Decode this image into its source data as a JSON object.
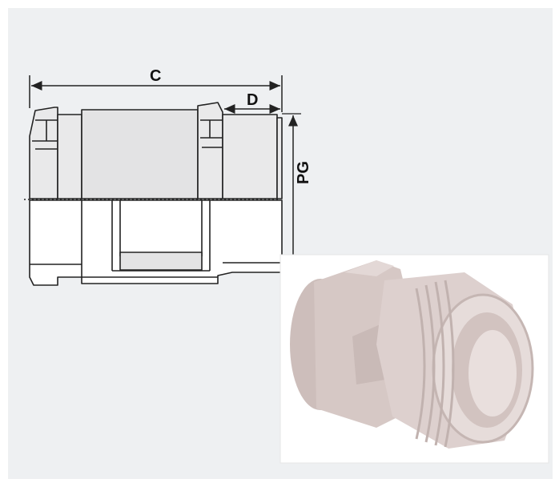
{
  "labels": {
    "overall_length": "C",
    "thread_length": "D",
    "thread_size": "PG"
  },
  "colors": {
    "background": "#eef0f2",
    "drawing_line": "#222222",
    "body_fill": "#e9e9ea",
    "photo_body": "#d8cbc9"
  },
  "photo": {
    "icon": "cable-gland-photo"
  }
}
